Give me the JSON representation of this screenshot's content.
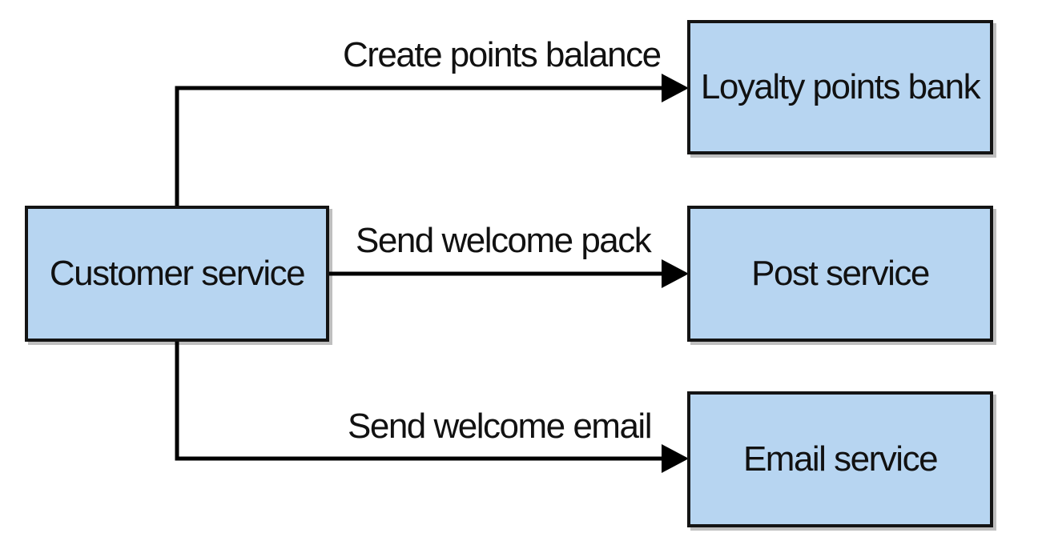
{
  "colors": {
    "box_fill": "#b7d5f1",
    "box_border": "#141414",
    "line": "#000000"
  },
  "nodes": {
    "customer": "Customer service",
    "loyalty": "Loyalty points bank",
    "post": "Post service",
    "email": "Email service"
  },
  "edges": {
    "create_points": "Create points balance",
    "welcome_pack": "Send welcome pack",
    "welcome_email": "Send welcome email"
  }
}
